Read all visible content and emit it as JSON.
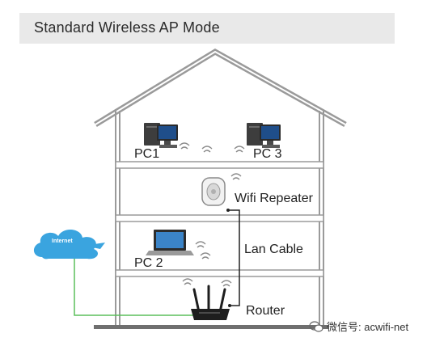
{
  "title": "Standard Wireless AP Mode",
  "nodes": {
    "pc1": "PC1",
    "pc3": "PC 3",
    "repeater": "Wifi Repeater",
    "pc2": "PC 2",
    "lan_cable": "Lan Cable",
    "router": "Router",
    "internet": "Internet"
  },
  "watermark": "微信号: acwifi-net",
  "colors": {
    "roof": "#9a9a9a",
    "floor": "#9a9a9a",
    "cloud": "#3aa4df",
    "internet_line": "#5bbf5b",
    "cable": "#222222",
    "ground": "#6f6f6f"
  },
  "icons": [
    "desktop-pc-icon",
    "wifi-repeater-icon",
    "laptop-icon",
    "router-icon",
    "cloud-icon",
    "wifi-signal-icon",
    "wechat-icon"
  ]
}
